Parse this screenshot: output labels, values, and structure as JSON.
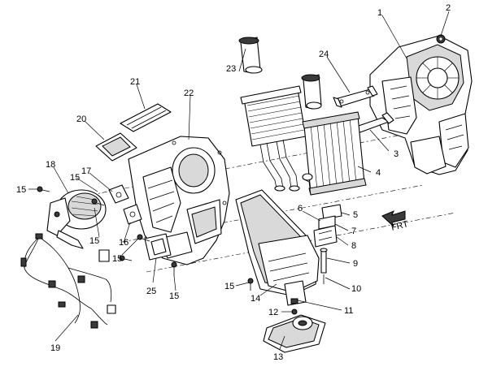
{
  "callouts": [
    {
      "id": "c1",
      "text": "1"
    },
    {
      "id": "c2",
      "text": "2"
    },
    {
      "id": "c3",
      "text": "3"
    },
    {
      "id": "c4",
      "text": "4"
    },
    {
      "id": "c5",
      "text": "5"
    },
    {
      "id": "c6",
      "text": "6"
    },
    {
      "id": "c7",
      "text": "7"
    },
    {
      "id": "c8",
      "text": "8"
    },
    {
      "id": "c9",
      "text": "9"
    },
    {
      "id": "c10",
      "text": "10"
    },
    {
      "id": "c11",
      "text": "11"
    },
    {
      "id": "c12",
      "text": "12"
    },
    {
      "id": "c13",
      "text": "13"
    },
    {
      "id": "c14",
      "text": "14"
    },
    {
      "id": "c15a",
      "text": "15"
    },
    {
      "id": "c15b",
      "text": "15"
    },
    {
      "id": "c15c",
      "text": "15"
    },
    {
      "id": "c15d",
      "text": "15"
    },
    {
      "id": "c15e",
      "text": "15"
    },
    {
      "id": "c15f",
      "text": "15"
    },
    {
      "id": "c16",
      "text": "16"
    },
    {
      "id": "c17",
      "text": "17"
    },
    {
      "id": "c18",
      "text": "18"
    },
    {
      "id": "c19",
      "text": "19"
    },
    {
      "id": "c20",
      "text": "20"
    },
    {
      "id": "c21",
      "text": "21"
    },
    {
      "id": "c22",
      "text": "22"
    },
    {
      "id": "c23",
      "text": "23"
    },
    {
      "id": "c24",
      "text": "24"
    },
    {
      "id": "c25",
      "text": "25"
    }
  ],
  "front_indicator": {
    "text": "FRT",
    "icon": "front-arrow-icon"
  }
}
